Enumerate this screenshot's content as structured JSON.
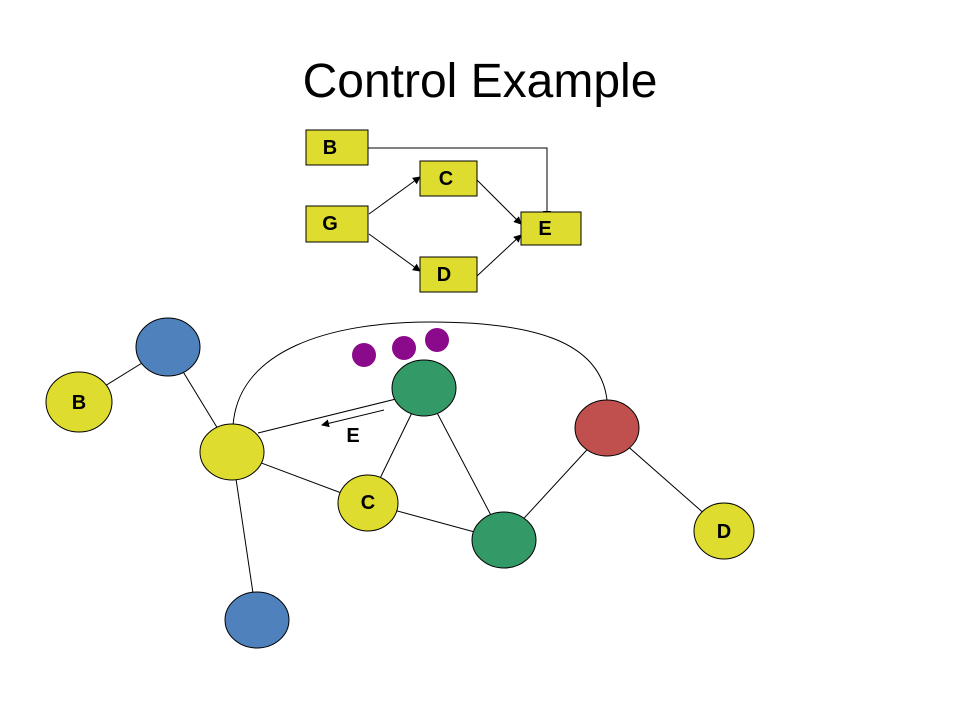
{
  "title": "Control Example",
  "flow": {
    "boxes": {
      "b": "B",
      "c": "C",
      "g": "G",
      "e": "E",
      "d": "D"
    },
    "box_fill": "#dedc2e"
  },
  "graph": {
    "labels": {
      "b": "B",
      "c": "C",
      "d": "D",
      "e": "E"
    },
    "colors": {
      "yellow": "#dedc2e",
      "blue": "#4f81bd",
      "green": "#339966",
      "red": "#c0504d",
      "purple": "#8b0a8b"
    }
  }
}
